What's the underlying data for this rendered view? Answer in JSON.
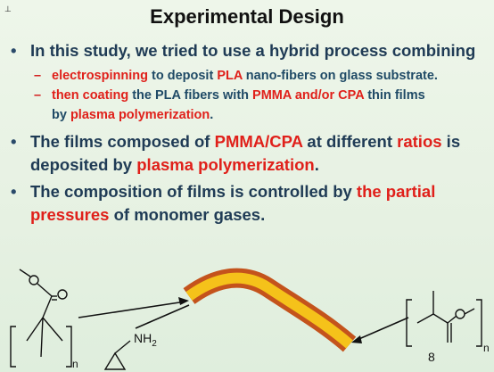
{
  "slide": {
    "title": "Experimental Design",
    "page_number": "8",
    "bullets": [
      {
        "parts": [
          "In this study, we tried to use a hybrid process combining"
        ],
        "subitems": [
          {
            "parts": [
              "electrospinning",
              " to deposit ",
              "PLA",
              " nano-fibers on glass substrate."
            ]
          },
          {
            "parts": [
              "then coating",
              " the PLA fibers with ",
              "PMMA and/or CPA",
              " thin films ",
              "by ",
              "plasma polymerization",
              "."
            ]
          }
        ]
      },
      {
        "parts": [
          "The films composed of ",
          "PMMA/CPA",
          " at different ",
          "ratios",
          " is ",
          "deposited by ",
          "plasma polymerization",
          "."
        ]
      },
      {
        "parts": [
          "The composition of films is controlled by ",
          "the partial",
          " ",
          "pressures",
          " of monomer gases."
        ]
      }
    ]
  },
  "figure": {
    "amine_label": "NH",
    "amine_subscript": "2",
    "repeat_subscript_left": "n",
    "repeat_subscript_right": "n"
  }
}
